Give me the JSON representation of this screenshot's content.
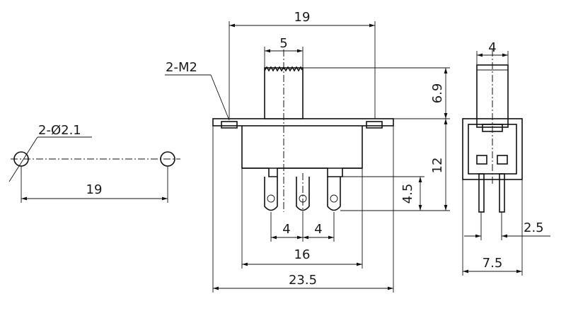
{
  "drawing": {
    "labels": {
      "top_width": "19",
      "actuator_width": "5",
      "mount_thread": "2-M2",
      "actuator_height": "6.9",
      "body_height": "12",
      "terminal_length": "4.5",
      "pin_pitch_1": "4",
      "pin_pitch_2": "4",
      "body_width": "16",
      "overall_width": "23.5",
      "hole_dia": "2-Ø2.1",
      "hole_spacing": "19",
      "side_actuator_width": "4",
      "side_pin_spacing": "2.5",
      "side_overall_width": "7.5"
    }
  }
}
